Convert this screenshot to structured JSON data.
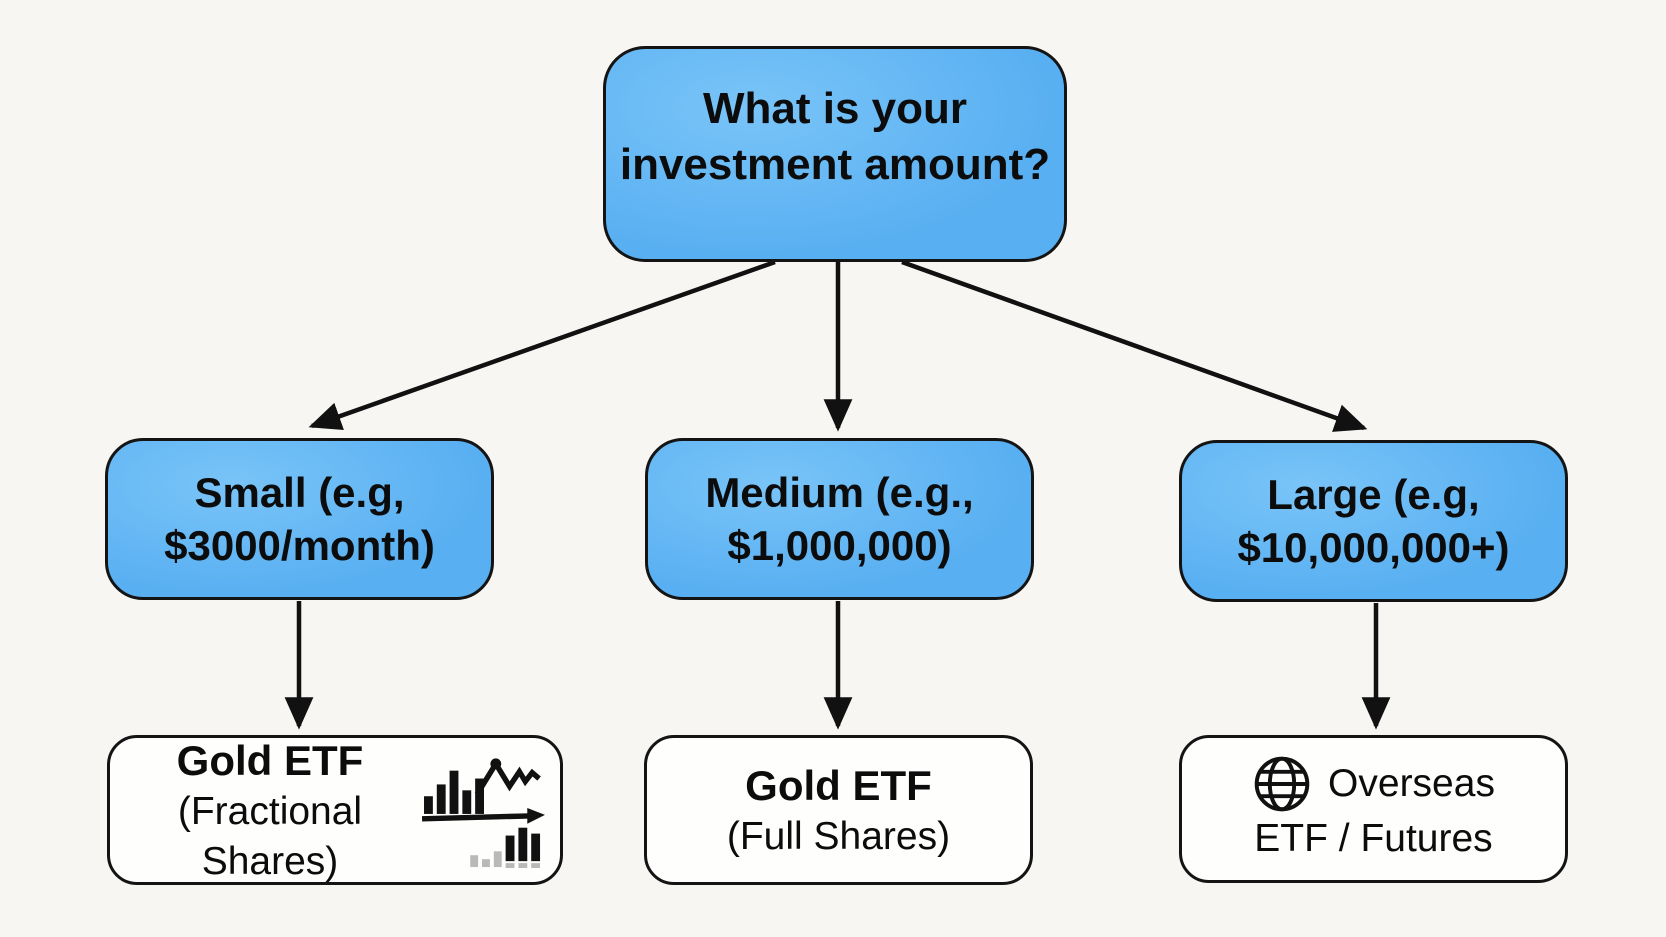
{
  "colors": {
    "background": "#f7f6f3",
    "node_fill": "#58aff1",
    "node_fill_light": "#79c4f8",
    "node_border": "#141414",
    "outcome_fill": "#fefefc",
    "arrow": "#111111",
    "text": "#0c0c0c",
    "icon_gray": "#b9b9b9"
  },
  "root_node": {
    "line1": "What is your",
    "line2": "investment amount?"
  },
  "branch_nodes": [
    {
      "id": "small",
      "line1": "Small (e.g,",
      "line2": "$3000/month)"
    },
    {
      "id": "medium",
      "line1": "Medium (e.g.,",
      "line2": "$1,000,000)"
    },
    {
      "id": "large",
      "line1": "Large (e.g,",
      "line2": "$10,000,000+)"
    }
  ],
  "outcome_nodes": [
    {
      "id": "small-outcome",
      "line1": "Gold ETF",
      "line2": "(Fractional Shares)",
      "icon": "bar-chart-trend-icon"
    },
    {
      "id": "medium-outcome",
      "line1": "Gold ETF",
      "line2": "(Full Shares)",
      "icon": ""
    },
    {
      "id": "large-outcome",
      "line1": "Overseas",
      "line2": "ETF / Futures",
      "icon": "globe-icon"
    }
  ]
}
